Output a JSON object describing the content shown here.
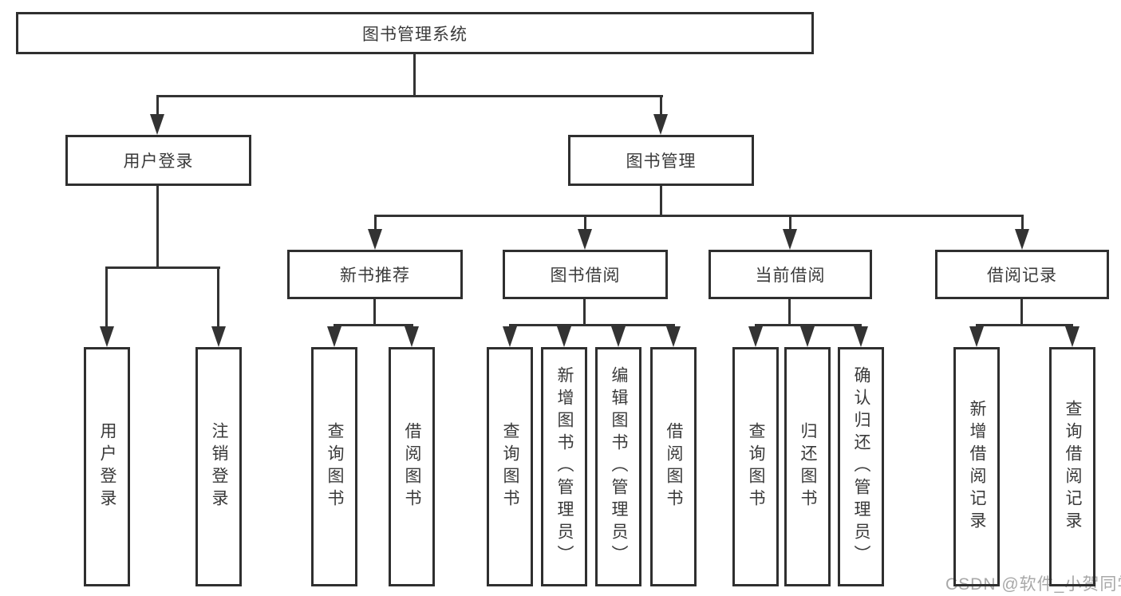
{
  "diagram": {
    "title": "图书管理系统",
    "root": "图书管理系统",
    "branches": [
      {
        "label": "用户登录",
        "children": [
          "用户登录",
          "注销登录"
        ]
      },
      {
        "label": "图书管理",
        "sections": [
          {
            "label": "新书推荐",
            "children": [
              "查询图书",
              "借阅图书"
            ]
          },
          {
            "label": "图书借阅",
            "children": [
              "查询图书",
              "新增图书（管理员）",
              "编辑图书（管理员）",
              "借阅图书"
            ]
          },
          {
            "label": "当前借阅",
            "children": [
              "查询图书",
              "归还图书",
              "确认归还（管理员）"
            ]
          },
          {
            "label": "借阅记录",
            "children": [
              "新增借阅记录",
              "查询借阅记录"
            ]
          }
        ]
      }
    ]
  },
  "watermark": {
    "text": "CSDN @软件_小贺同学",
    "color": "#a8a8a8"
  },
  "colors": {
    "line": "#333333",
    "border": "#2f2f2f",
    "text": "#3a3a3a",
    "background": "#ffffff"
  }
}
